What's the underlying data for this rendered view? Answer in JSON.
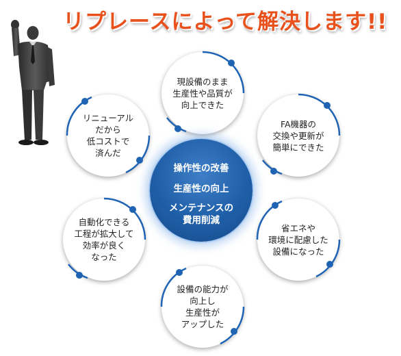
{
  "title": "リプレースによって解決します!!",
  "center": {
    "lines": [
      "操作性の改善",
      "生産性の向上",
      "メンテナンスの\n費用削減"
    ]
  },
  "bubbles": [
    {
      "text": "現設備のまま\n生産性や品質が\n向上できた"
    },
    {
      "text": "FA機器の\n交換や更新が\n簡単にできた"
    },
    {
      "text": "省エネや\n環境に配慮した\n設備になった"
    },
    {
      "text": "設備の能力が\n向上し\n生産性が\nアップした"
    },
    {
      "text": "自動化できる\n工程が拡大して\n効率が良く\nなった"
    },
    {
      "text": "リニューアル\nだから\n低コストで\n済んだ"
    }
  ],
  "colors": {
    "title": "#e8501c",
    "ring": "#1f63b4",
    "center": "#1f5fa8"
  },
  "icons": {
    "person": "businessman-silhouette-icon"
  }
}
